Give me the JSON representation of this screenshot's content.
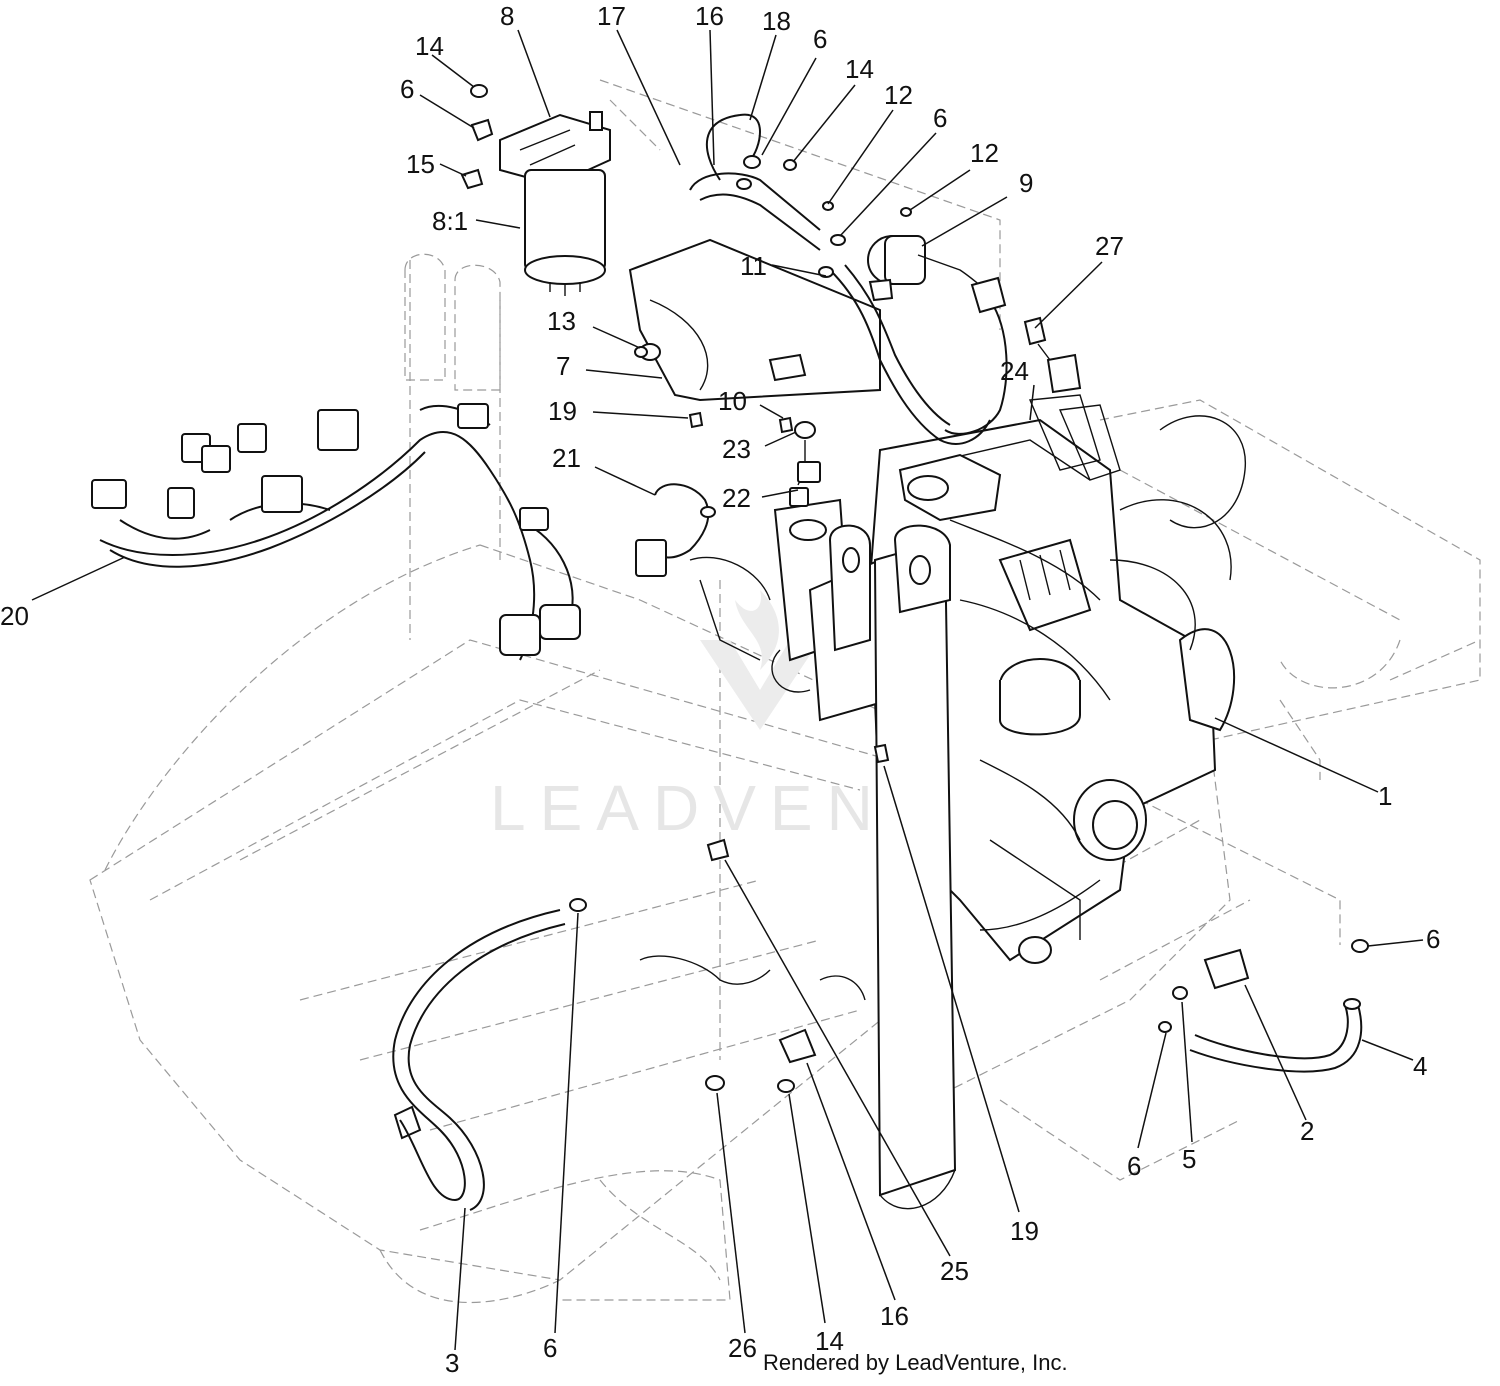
{
  "watermark": {
    "text": "LEADVENTURE"
  },
  "footer": {
    "text": "Rendered by LeadVenture, Inc."
  },
  "callouts": {
    "c1": "1",
    "c2": "2",
    "c3": "3",
    "c4": "4",
    "c5": "5",
    "c6a": "6",
    "c6b": "6",
    "c6c": "6",
    "c6d": "6",
    "c6e": "6",
    "c6f": "6",
    "c7": "7",
    "c8": "8",
    "c8_1": "8:1",
    "c9": "9",
    "c10": "10",
    "c11": "11",
    "c12a": "12",
    "c12b": "12",
    "c13": "13",
    "c14a": "14",
    "c14b": "14",
    "c14c": "14",
    "c15": "15",
    "c16a": "16",
    "c16b": "16",
    "c17": "17",
    "c18": "18",
    "c19a": "19",
    "c19b": "19",
    "c20": "20",
    "c21": "21",
    "c22": "22",
    "c23": "23",
    "c24": "24",
    "c25": "25",
    "c26": "26",
    "c27": "27"
  }
}
